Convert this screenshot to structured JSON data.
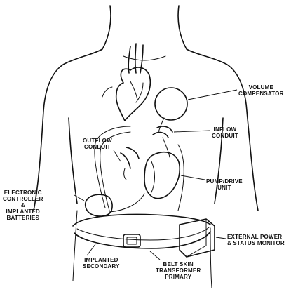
{
  "labels": {
    "volume_compensator": [
      "VOLUME",
      "COMPENSATOR"
    ],
    "inflow_conduit": [
      "INFLOW",
      "CONDUIT"
    ],
    "outflow_conduit": [
      "OUTFLOW",
      "CONDUIT"
    ],
    "pump_drive_unit": [
      "PUMP/DRIVE",
      "UNIT"
    ],
    "electronic_controller": [
      "ELECTRONIC",
      "CONTROLLER",
      "&",
      "IMPLANTED",
      "BATTERIES"
    ],
    "external_power": [
      "EXTERNAL POWER",
      "& STATUS MONITOR"
    ],
    "implanted_secondary": [
      "IMPLANTED",
      "SECONDARY"
    ],
    "belt_skin_transformer": [
      "BELT SKIN",
      "TRANSFORMER",
      "PRIMARY"
    ]
  }
}
